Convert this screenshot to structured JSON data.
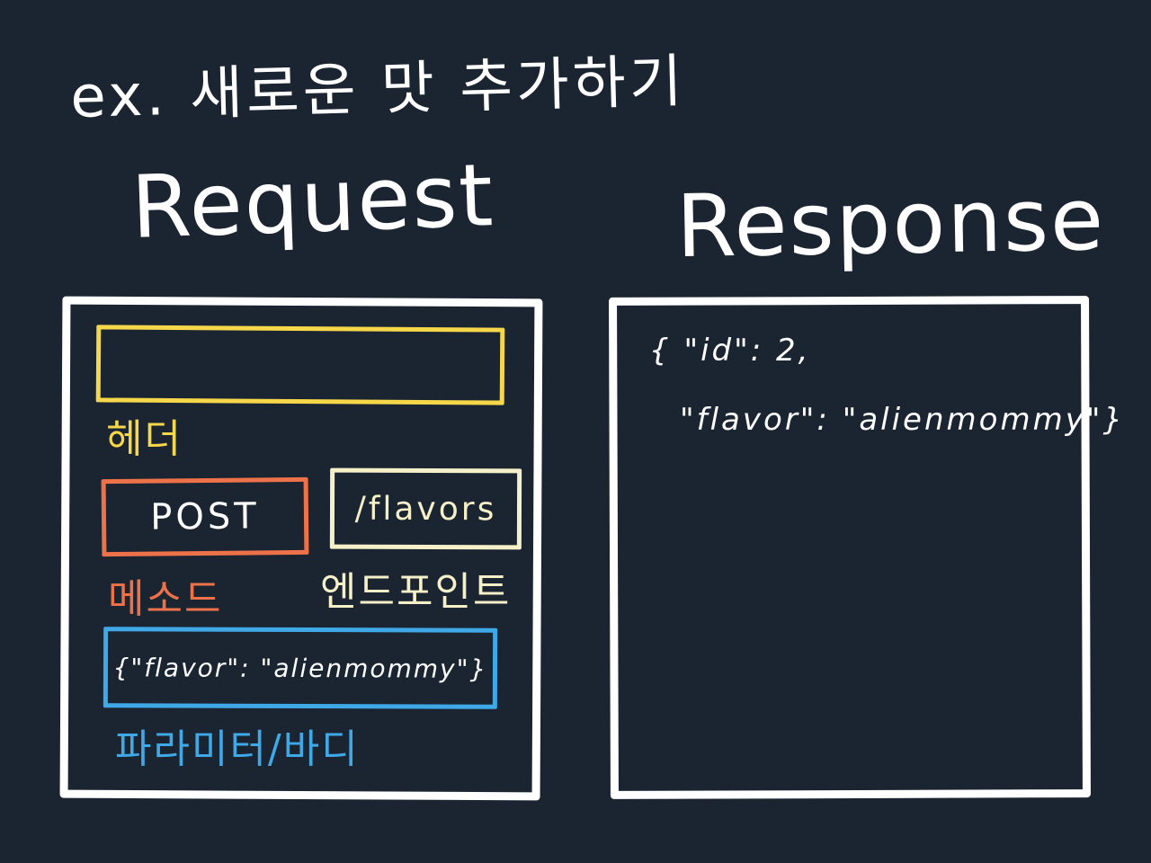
{
  "title": "ex. 새로운 맛 추가하기",
  "request": {
    "title": "Request",
    "header_label": "헤더",
    "method_value": "POST",
    "method_label": "메소드",
    "endpoint_value": "/flavors",
    "endpoint_label": "엔드포인트",
    "body_value": "{\"flavor\": \"alienmommy\"}",
    "body_label": "파라미터/바디"
  },
  "response": {
    "title": "Response",
    "line_1": "{ \"id\": 2,",
    "line_2": "\"flavor\": \"alienmommy\"}"
  },
  "colors": {
    "background": "#1b2532",
    "header": "#f5d749",
    "method": "#ee7249",
    "endpoint": "#f5f0c8",
    "body": "#3fa9e8",
    "panel": "#ffffff"
  }
}
